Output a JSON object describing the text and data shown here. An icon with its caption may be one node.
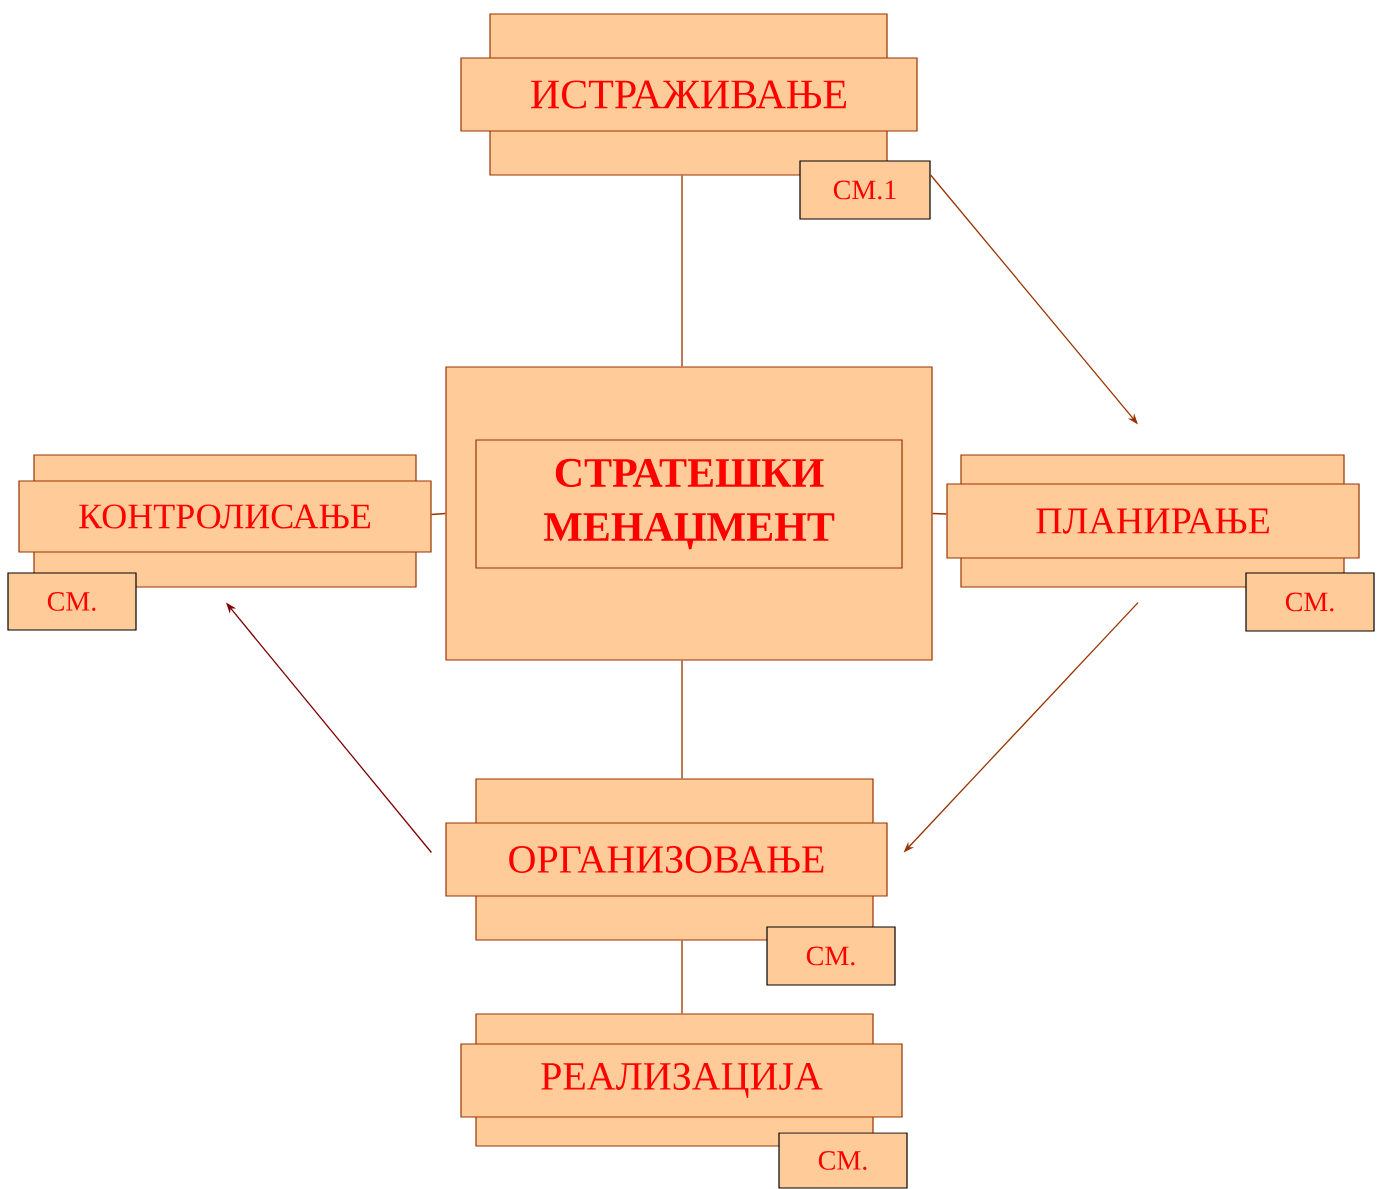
{
  "diagram": {
    "nodes": [
      {
        "text": [
          "ИСТРАЖИВАЊЕ"
        ]
      },
      {
        "text": [
          "СМ.1"
        ]
      },
      {
        "text": [],
        "shape": "box"
      },
      {
        "text": [
          "СТРАТЕШКИ МЕНАЏМЕНТ"
        ],
        "in": 2
      },
      {
        "text": [
          "КОНТРОЛИСАЊЕ"
        ]
      },
      {
        "text": [
          "СМ."
        ]
      },
      {
        "text": [
          "ПЛАНИРАЊЕ"
        ]
      },
      {
        "text": [
          "СМ."
        ]
      },
      {
        "text": [
          "ОРГАНИЗОВАЊЕ"
        ]
      },
      {
        "text": [
          "СМ."
        ]
      },
      {
        "text": [
          "РЕАЛИЗАЦИЈА"
        ]
      },
      {
        "text": [
          "СМ."
        ]
      }
    ],
    "edges": [
      {
        "from": 0,
        "to": 2,
        "arrow": "none"
      },
      {
        "from": 1,
        "to": 6,
        "arrow": "to"
      },
      {
        "from": 2,
        "to": 4,
        "arrow": "none"
      },
      {
        "from": 2,
        "to": 6,
        "arrow": "none"
      },
      {
        "from": 2,
        "to": 8,
        "arrow": "none"
      },
      {
        "from": 6,
        "to": 8,
        "arrow": "to"
      },
      {
        "from": 8,
        "to": 4,
        "arrow": "to",
        "color": "#800000"
      },
      {
        "from": 8,
        "to": 10,
        "arrow": "none"
      }
    ]
  }
}
